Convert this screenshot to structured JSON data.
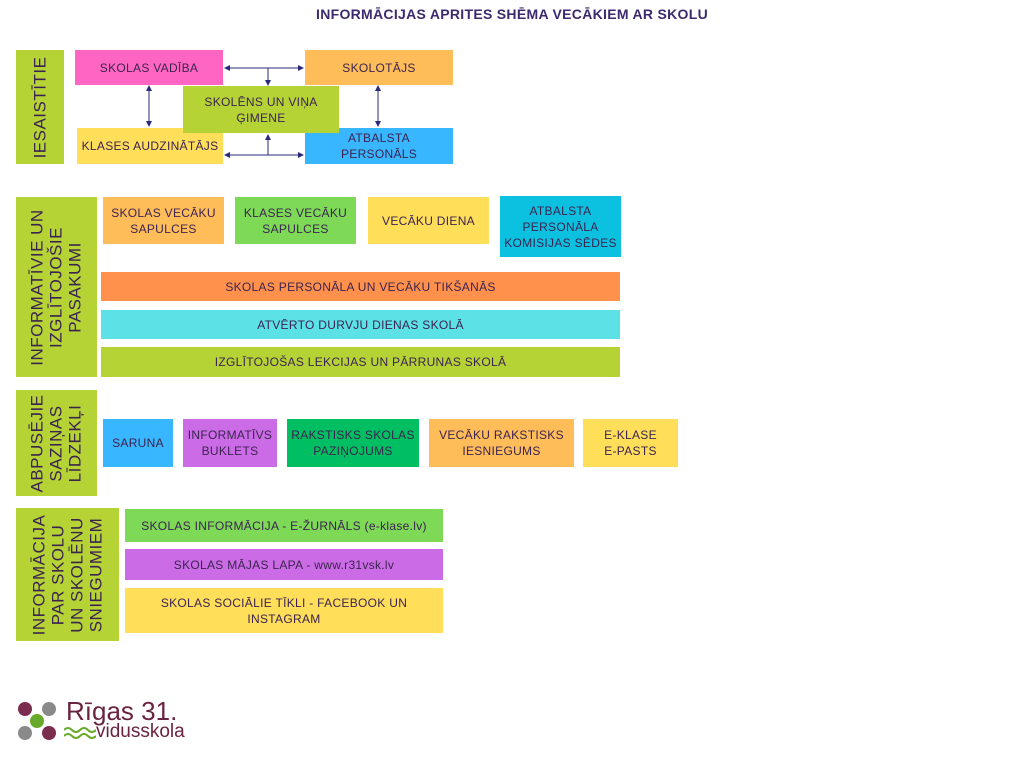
{
  "title": "INFORMĀCIJAS APRITES SHĒMA VECĀKIEM AR SKOLU",
  "sections": {
    "iesaistitie": {
      "label": "IESAISTĪTIE",
      "skolas_vadiba": "SKOLAS VADĪBA",
      "skolotajs": "SKOLOTĀJS",
      "skolens": "SKOLĒNS UN VIŅA\nĢIMENE",
      "klases_audzinatajs": "KLASES AUDZINĀTĀJS",
      "atbalsta_personals": "ATBALSTA PERSONĀLS"
    },
    "pasakumi": {
      "label": "INFORMATĪVIE UN\nIZGLĪTOJOŠIE\nPASAKUMI",
      "skolas_sapulces": "SKOLAS VECĀKU\nSAPULCES",
      "klases_sapulces": "KLASES VECĀKU\nSAPULCES",
      "vecaku_diena": "VECĀKU DIENA",
      "komisijas": "ATBALSTA\nPERSONĀLA\nKOMISIJAS SĒDES",
      "tiksanas": "SKOLAS PERSONĀLA UN VECĀKU TIKŠANĀS",
      "atverto_durvju": "ATVĒRTO DURVJU DIENAS SKOLĀ",
      "lekcijas": "IZGLĪTOJOŠAS LEKCIJAS UN PĀRRUNAS SKOLĀ"
    },
    "lidzekli": {
      "label": "ABPUSĒJIE\nSAZIŅAS\nLĪDZEKĻI",
      "saruna": "SARUNA",
      "buklets": "INFORMATĪVS\nBUKLETS",
      "pazinojums": "RAKSTISKS SKOLAS\nPAZIŅOJUMS",
      "iesniegums": "VECĀKU RAKSTISKS\nIESNIEGUMS",
      "eklase": "E-KLASE\nE-PASTS"
    },
    "informacija": {
      "label": "INFORMĀCIJA\nPAR SKOLU\nUN SKOLĒNU\nSNIEGUMIEM",
      "zurnals": "SKOLAS INFORMĀCIJA - E-ŽURNĀLS (e-klase.lv)",
      "majas_lapa": "SKOLAS MĀJAS LAPA - www.r31vsk.lv",
      "tikli": "SKOLAS SOCIĀLIE TĪKLI - FACEBOOK UN\nINSTAGRAM"
    }
  },
  "logo": {
    "line1": "Rīgas 31.",
    "line2": "vidusskola"
  },
  "colors": {
    "green_side": "#b5d334",
    "pink": "#ff66c4",
    "orange": "#ffbd59",
    "yellow": "#ffde59",
    "blue": "#38b6ff",
    "bright_green": "#7ed957",
    "teal": "#0cc0df",
    "dark_orange": "#ff914d",
    "cyan": "#5ce1e6",
    "purple": "#cb6ce6",
    "emerald": "#00bf63",
    "logo_maroon": "#6a2340"
  }
}
